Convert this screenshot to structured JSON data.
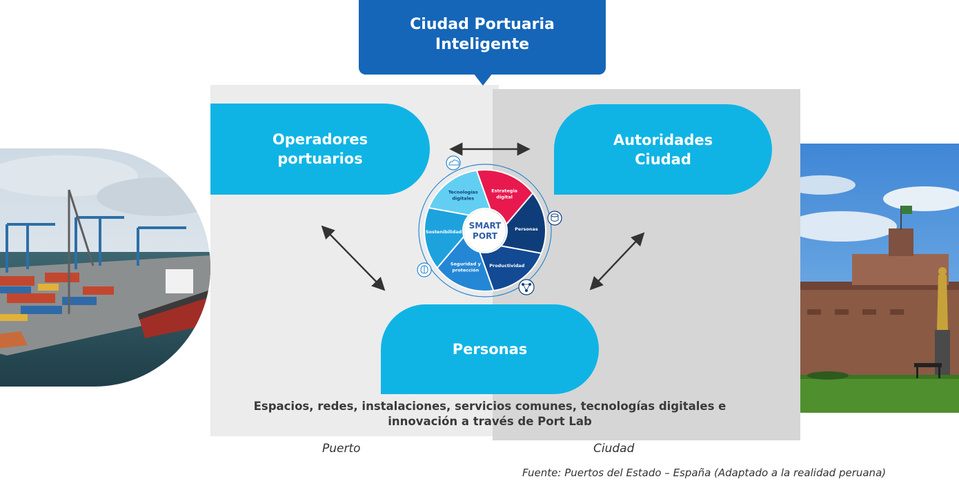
{
  "title": "Ciudad Portuaria Inteligente",
  "nodes": {
    "operadores": "Operadores portuarios",
    "autoridades": "Autoridades Ciudad",
    "personas": "Personas"
  },
  "smart_port": {
    "center_line1": "SMART",
    "center_line2": "PORT",
    "segments": [
      {
        "label": "Estrategia digital",
        "color": "#e8194e"
      },
      {
        "label": "Personas",
        "color": "#0e3d7a"
      },
      {
        "label": "Productividad",
        "color": "#124a94"
      },
      {
        "label": "Seguridad y protección",
        "color": "#2487d6"
      },
      {
        "label": "Sostenibilidad",
        "color": "#1ea2de"
      },
      {
        "label": "Tecnologías digitales",
        "color": "#62cff2"
      }
    ]
  },
  "bottom_text": "Espacios, redes, instalaciones, servicios comunes, tecnologías digitales e innovación a través de Port Lab",
  "labels": {
    "puerto": "Puerto",
    "ciudad": "Ciudad"
  },
  "source": "Fuente: Puertos del Estado – España (Adaptado a la realidad peruana)",
  "colors": {
    "title_blue": "#1566b8",
    "cyan": "#0fb4e5",
    "panel_left": "#ececec",
    "panel_right": "#d6d6d6"
  }
}
